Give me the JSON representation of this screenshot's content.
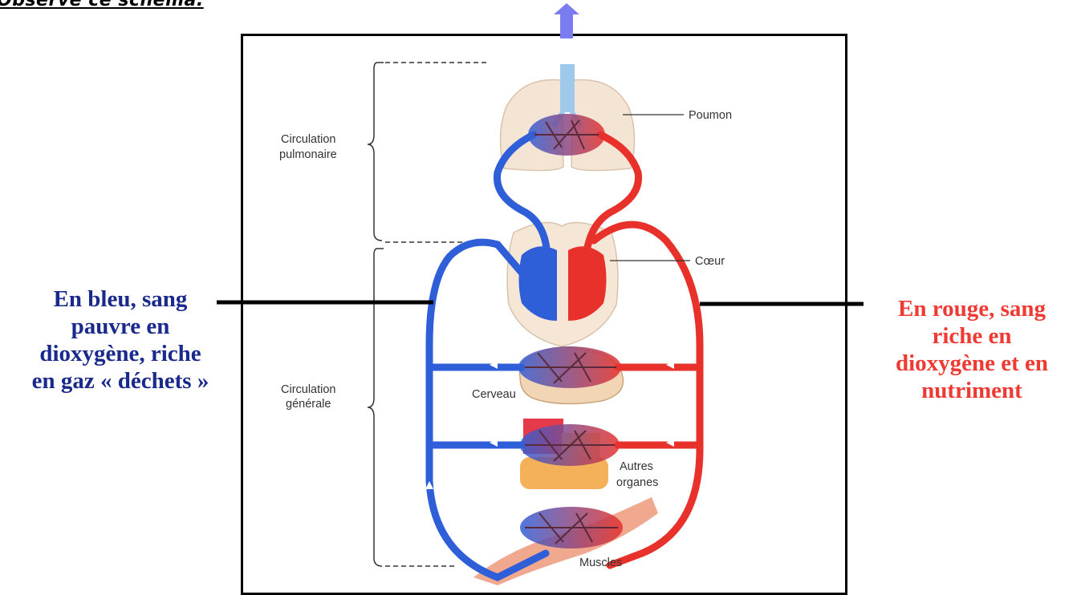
{
  "heading": "Observe ce schéma.",
  "labels": {
    "circulation_pulmonaire": [
      "Circulation",
      "pulmonaire"
    ],
    "circulation_generale": [
      "Circulation",
      "générale"
    ],
    "poumon": "Poumon",
    "coeur": "Cœur",
    "cerveau": "Cerveau",
    "autres_organes": [
      "Autres",
      "organes"
    ],
    "muscles": "Muscles"
  },
  "left_label": [
    "En bleu, sang",
    "pauvre en",
    "dioxygène, riche",
    "en gaz « déchets »"
  ],
  "right_label": [
    "En rouge, sang",
    "riche en",
    "dioxygène et en",
    "nutriment"
  ],
  "colors": {
    "blue_blood": "#2f5fd8",
    "red_blood": "#e8312b",
    "left_label_text": "#1a2a8c",
    "right_label_text": "#ef3a33",
    "outflow_arrow": "#7b7cf0"
  }
}
